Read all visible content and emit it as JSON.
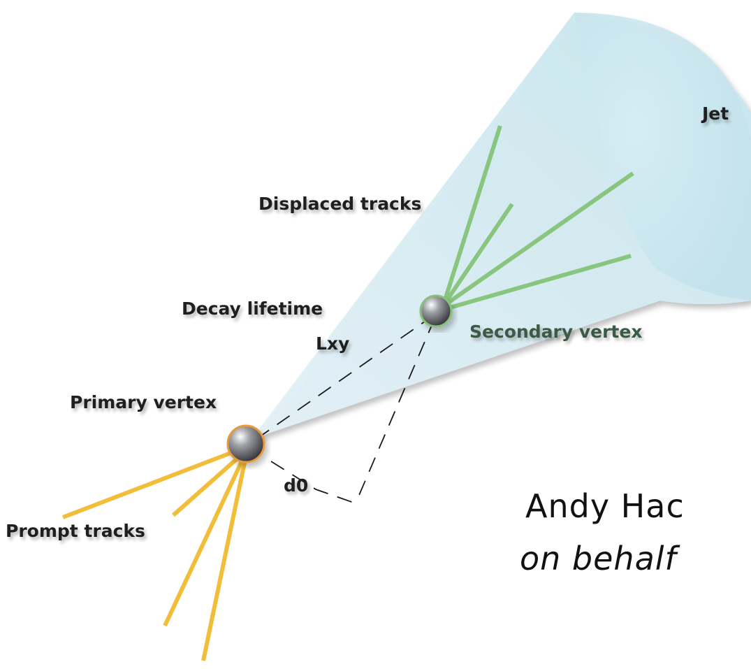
{
  "labels": {
    "jet": "Jet",
    "displaced_tracks": "Displaced tracks",
    "decay_lifetime": "Decay lifetime",
    "lxy": "Lxy",
    "secondary_vertex": "Secondary vertex",
    "primary_vertex": "Primary vertex",
    "d0": "d0",
    "prompt_tracks": "Prompt tracks"
  },
  "caption": {
    "line1": "Andy Hac",
    "line2": "on behalf"
  },
  "colors": {
    "jet_cone": "#cfe8f0",
    "prompt_track": "#f2bd38",
    "displaced_track": "#88c57f",
    "primary_vertex_ring": "#e69a3a",
    "secondary_vertex_ring": "#86c07a",
    "dashed_line": "#1a1a1a"
  },
  "icons": {
    "primary_vertex": "sphere-icon",
    "secondary_vertex": "sphere-icon"
  }
}
